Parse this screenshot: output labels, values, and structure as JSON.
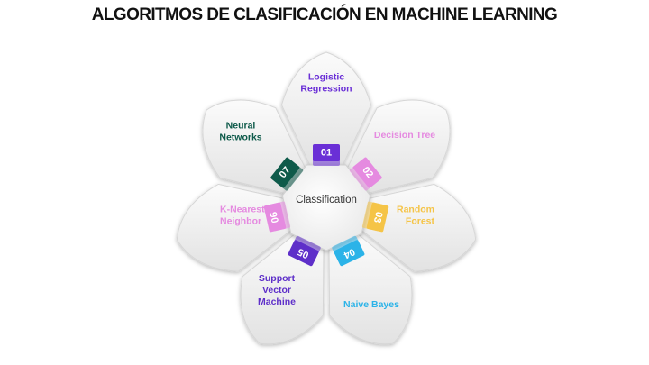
{
  "title": "ALGORITMOS DE CLASIFICACIÓN EN MACHINE LEARNING",
  "center": {
    "label": "Classification"
  },
  "petals": [
    {
      "number": "01",
      "lines": [
        "Logistic",
        "Regression"
      ],
      "color": "#6a2fd6"
    },
    {
      "number": "02",
      "lines": [
        "Decision Tree"
      ],
      "color": "#e58ae0"
    },
    {
      "number": "03",
      "lines": [
        "Random",
        "Forest"
      ],
      "color": "#f5c447"
    },
    {
      "number": "04",
      "lines": [
        "Naive Bayes"
      ],
      "color": "#2bb3e8"
    },
    {
      "number": "05",
      "lines": [
        "Support",
        "Vector",
        "Machine"
      ],
      "color": "#5e2fc9"
    },
    {
      "number": "06",
      "lines": [
        "K-Nearest",
        "Neighbor"
      ],
      "color": "#e58ae0"
    },
    {
      "number": "07",
      "lines": [
        "Neural",
        "Networks"
      ],
      "color": "#0e5a4a"
    }
  ]
}
